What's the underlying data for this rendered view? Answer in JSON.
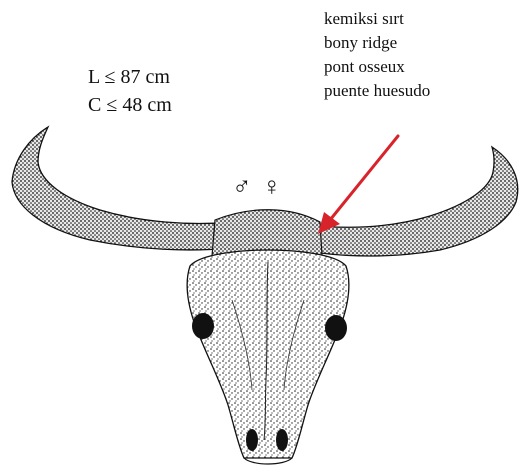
{
  "measurements": {
    "length": "L ≤ 87 cm",
    "circumference": "C ≤ 48 cm"
  },
  "ridge_labels": [
    "kemiksi sırt",
    "bony ridge",
    "pont osseux",
    "puente huesudo"
  ],
  "sex_symbols": "♂ ♀",
  "colors": {
    "arrow": "#d8232a",
    "ink": "#111111"
  }
}
